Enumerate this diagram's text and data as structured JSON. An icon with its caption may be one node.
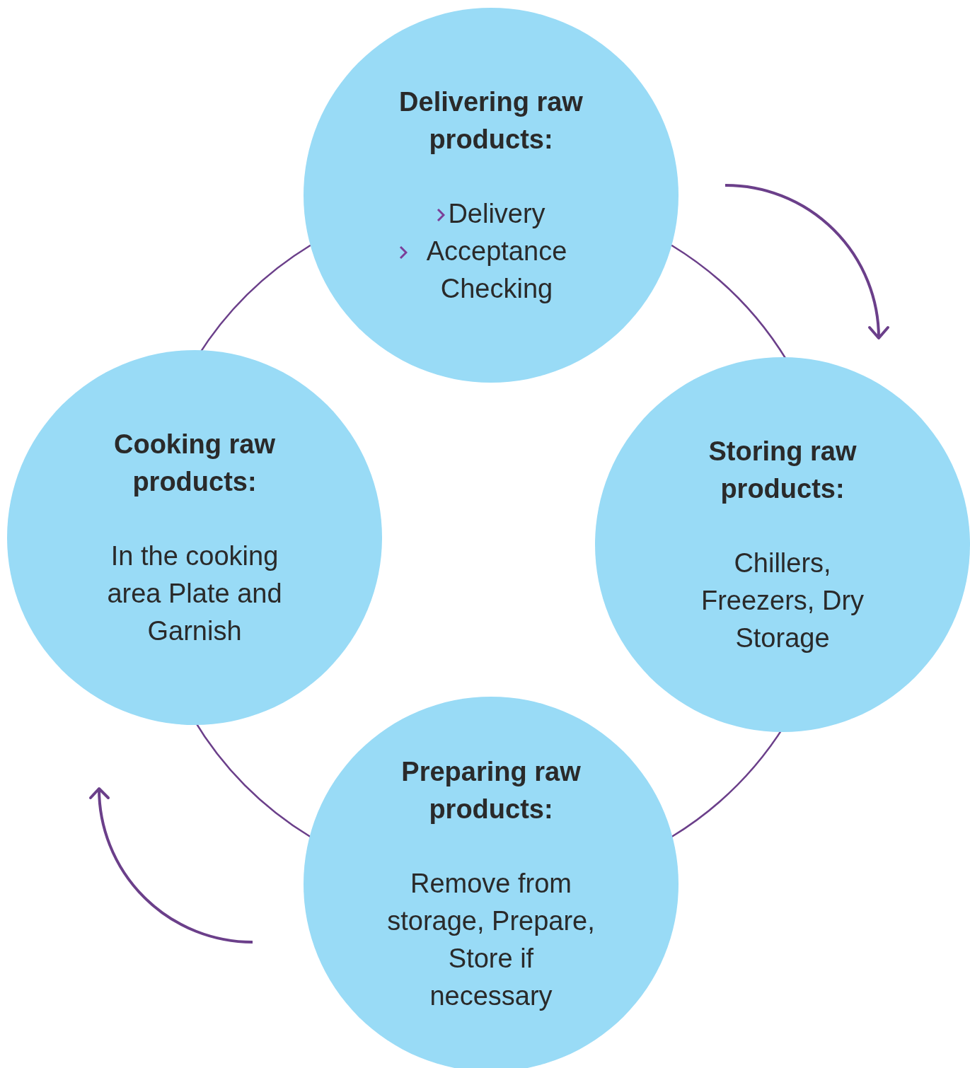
{
  "diagram": {
    "nodes": [
      {
        "text": [
          "Delivering raw products:",
          "Delivery",
          "Acceptance Checking"
        ]
      },
      {
        "text": [
          "Cooking raw products:",
          "In the cooking area  Plate and Garnish"
        ]
      },
      {
        "text": [
          "Storing raw products:",
          "Chillers, Freezers, Dry Storage"
        ]
      },
      {
        "text": [
          "Preparing raw products:",
          "Remove from storage, Prepare, Store if necessary"
        ]
      }
    ],
    "edges": [
      {
        "from": 0,
        "to": 2,
        "arrow": "none"
      },
      {
        "from": 2,
        "to": 3,
        "arrow": "none"
      },
      {
        "from": 3,
        "to": 1,
        "arrow": "none"
      },
      {
        "from": 1,
        "to": 0,
        "arrow": "none"
      }
    ]
  }
}
